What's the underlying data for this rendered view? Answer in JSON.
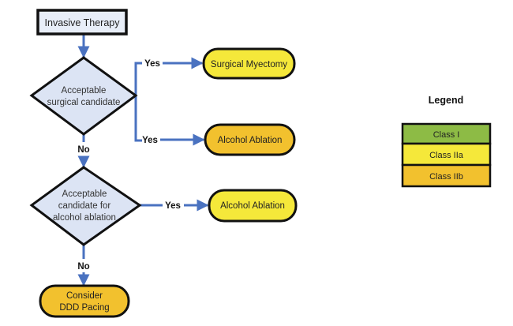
{
  "colors": {
    "connector": "#4a72c0",
    "start_fill": "#e8eef8",
    "decision_fill": "#dce4f4",
    "outline": "#111111",
    "class_i": "#8dbb45",
    "class_iia": "#f5e83a",
    "class_iib": "#f2c12e"
  },
  "nodes": {
    "start": {
      "label": "Invasive Therapy"
    },
    "decision1": {
      "lines": [
        "Acceptable",
        "surgical candidate"
      ]
    },
    "surgical_myectomy": {
      "label": "Surgical Myectomy",
      "class": "Class IIa"
    },
    "alcohol_ablation_1": {
      "label": "Alcohol Ablation",
      "class": "Class IIb"
    },
    "decision2": {
      "lines": [
        "Acceptable",
        "candidate for",
        "alcohol ablation"
      ]
    },
    "alcohol_ablation_2": {
      "label": "Alcohol Ablation",
      "class": "Class IIa"
    },
    "ddd_pacing": {
      "lines": [
        "Consider",
        "DDD Pacing"
      ],
      "class": "Class IIb"
    }
  },
  "edges": {
    "yes_myectomy": "Yes",
    "yes_ablation_1": "Yes",
    "no_to_decision2": "No",
    "yes_ablation_2": "Yes",
    "no_to_pacing": "No"
  },
  "legend": {
    "title": "Legend",
    "items": [
      {
        "label": "Class I",
        "color_key": "class_i"
      },
      {
        "label": "Class IIa",
        "color_key": "class_iia"
      },
      {
        "label": "Class IIb",
        "color_key": "class_iib"
      }
    ]
  }
}
